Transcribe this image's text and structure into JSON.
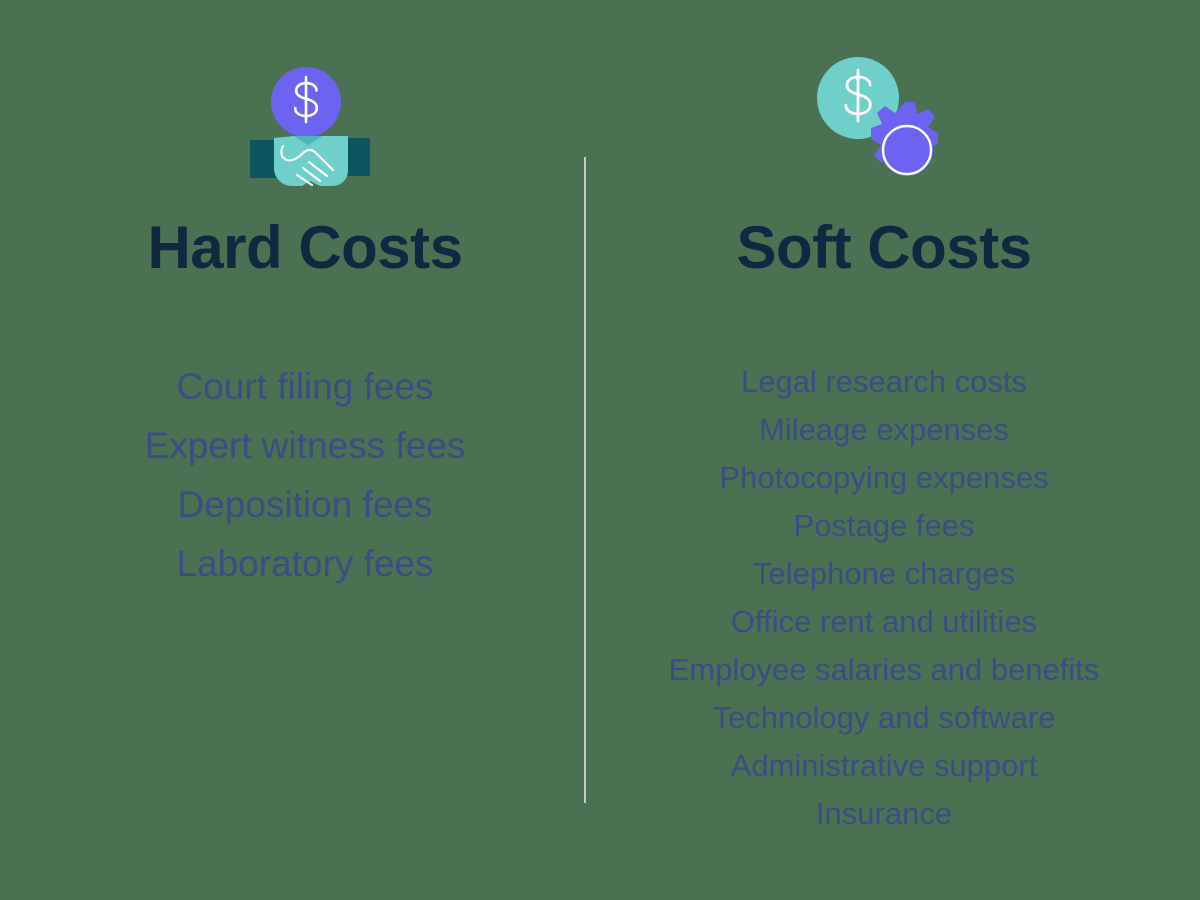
{
  "background_color": "#4a7152",
  "divider": {
    "name": "vertical-divider",
    "color": "#c9c9c9"
  },
  "colors": {
    "heading": "#102840",
    "list_text": "#3c4c85",
    "periwinkle": "#6c63f0",
    "teal_light": "#6ecfcb",
    "teal_dark": "#0d5560",
    "teal_coin": "#6ecfcb",
    "accent_dark_blue": "#2b4fa8",
    "white": "#ffffff"
  },
  "columns": [
    {
      "id": "hard-costs",
      "icon": {
        "name": "handshake-dollar-icon",
        "parts": [
          "dollar-coin",
          "handshake"
        ]
      },
      "heading": "Hard Costs",
      "items": [
        "Court filing fees",
        "Expert witness fees",
        "Deposition fees",
        "Laboratory fees"
      ]
    },
    {
      "id": "soft-costs",
      "icon": {
        "name": "coin-gear-icon",
        "parts": [
          "dollar-coin",
          "gear"
        ]
      },
      "heading": "Soft Costs",
      "items": [
        "Legal research costs",
        "Mileage expenses",
        "Photocopying expenses",
        "Postage fees",
        "Telephone charges",
        "Office rent and utilities",
        "Employee salaries and benefits",
        "Technology and software",
        "Administrative support",
        "Insurance"
      ]
    }
  ]
}
